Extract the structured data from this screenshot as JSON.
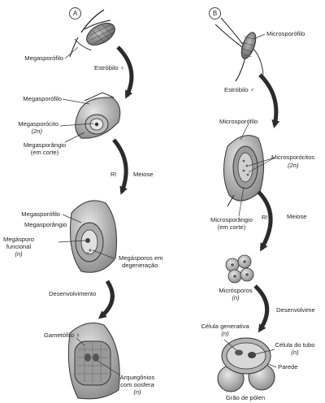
{
  "panel_a": {
    "badge": "A",
    "megasporofilo_top": "Megasporófilo",
    "estrobilo": "Estróbilo ♀",
    "megasporofilo_2": "Megasporófilo",
    "megasporocito": "Megasporócito",
    "megasporocito_ploidy": "(2n)",
    "megasporangio_corte_1": "Megasporângio",
    "megasporangio_corte_2": "(em corte)",
    "r_mark": "R!",
    "meiose": "Meiose",
    "megasporofilo_3": "Megasporófilo",
    "megasporangio": "Megasporângio",
    "megasporo_funcional_1": "Megásporo",
    "megasporo_funcional_2": "funcional",
    "megasporo_funcional_n": "(n)",
    "megasporos_deg_1": "Megásporos em",
    "megasporos_deg_2": "degeneração",
    "desenvolvimento": "Desenvolvimento",
    "gametofito": "Gametófito ♀",
    "arquegonios_1": "Arquegônios",
    "arquegonios_2": "com oosfera",
    "arquegonios_n": "(n)"
  },
  "panel_b": {
    "badge": "B",
    "microsporofilo_top": "Microsporófilo",
    "estrobilo": "Estróbilo ♂",
    "microsporofilo_2": "Microsporófilo",
    "microsporocitos": "Microsporócitos",
    "microsporocitos_ploidy": "(2n)",
    "r_mark": "R!",
    "meiose": "Meiose",
    "microsporangio_1": "Microsporângio",
    "microsporangio_2": "(em corte)",
    "microsporos": "Micrósporos",
    "microsporos_n": "(n)",
    "desenvolvimento": "Desenvolvime",
    "celula_generativa": "Célula generativa",
    "celula_generativa_n": "(n)",
    "celula_tubo": "Célula do tubo",
    "celula_tubo_n": "(n)",
    "parede": "Parede",
    "grao_polen": "Grão de pólen"
  }
}
